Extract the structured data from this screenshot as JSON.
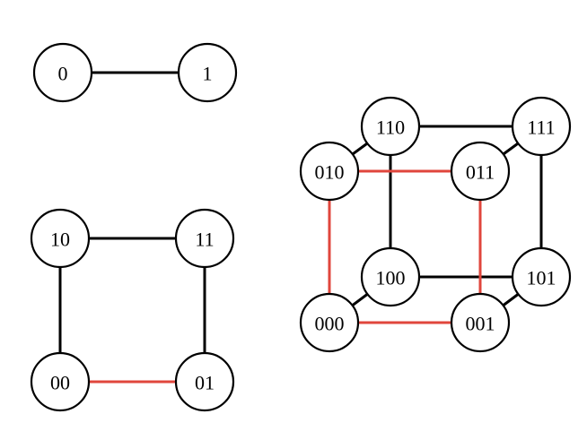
{
  "colors": {
    "edge_default": "#000000",
    "edge_highlight": "#e0463c",
    "node_fill": "#ffffff",
    "node_stroke": "#000000"
  },
  "graphs": [
    {
      "id": "q1",
      "nodes": [
        {
          "id": "q1-0",
          "label": "0"
        },
        {
          "id": "q1-1",
          "label": "1"
        }
      ],
      "edges": [
        {
          "from": "q1-0",
          "to": "q1-1",
          "highlight": false
        }
      ]
    },
    {
      "id": "q2",
      "nodes": [
        {
          "id": "q2-10",
          "label": "10"
        },
        {
          "id": "q2-11",
          "label": "11"
        },
        {
          "id": "q2-00",
          "label": "00"
        },
        {
          "id": "q2-01",
          "label": "01"
        }
      ],
      "edges": [
        {
          "from": "q2-10",
          "to": "q2-11",
          "highlight": false
        },
        {
          "from": "q2-10",
          "to": "q2-00",
          "highlight": false
        },
        {
          "from": "q2-11",
          "to": "q2-01",
          "highlight": false
        },
        {
          "from": "q2-00",
          "to": "q2-01",
          "highlight": true
        }
      ]
    },
    {
      "id": "q3",
      "nodes": [
        {
          "id": "q3-110",
          "label": "110"
        },
        {
          "id": "q3-111",
          "label": "111"
        },
        {
          "id": "q3-010",
          "label": "010"
        },
        {
          "id": "q3-011",
          "label": "011"
        },
        {
          "id": "q3-100",
          "label": "100"
        },
        {
          "id": "q3-101",
          "label": "101"
        },
        {
          "id": "q3-000",
          "label": "000"
        },
        {
          "id": "q3-001",
          "label": "001"
        }
      ],
      "edges": [
        {
          "from": "q3-110",
          "to": "q3-111",
          "highlight": false
        },
        {
          "from": "q3-110",
          "to": "q3-100",
          "highlight": false
        },
        {
          "from": "q3-111",
          "to": "q3-101",
          "highlight": false
        },
        {
          "from": "q3-100",
          "to": "q3-101",
          "highlight": false
        },
        {
          "from": "q3-010",
          "to": "q3-110",
          "highlight": false
        },
        {
          "from": "q3-011",
          "to": "q3-111",
          "highlight": false
        },
        {
          "from": "q3-000",
          "to": "q3-100",
          "highlight": false
        },
        {
          "from": "q3-001",
          "to": "q3-101",
          "highlight": false
        },
        {
          "from": "q3-010",
          "to": "q3-011",
          "highlight": true
        },
        {
          "from": "q3-010",
          "to": "q3-000",
          "highlight": true
        },
        {
          "from": "q3-011",
          "to": "q3-001",
          "highlight": true
        },
        {
          "from": "q3-000",
          "to": "q3-001",
          "highlight": true
        }
      ]
    }
  ]
}
